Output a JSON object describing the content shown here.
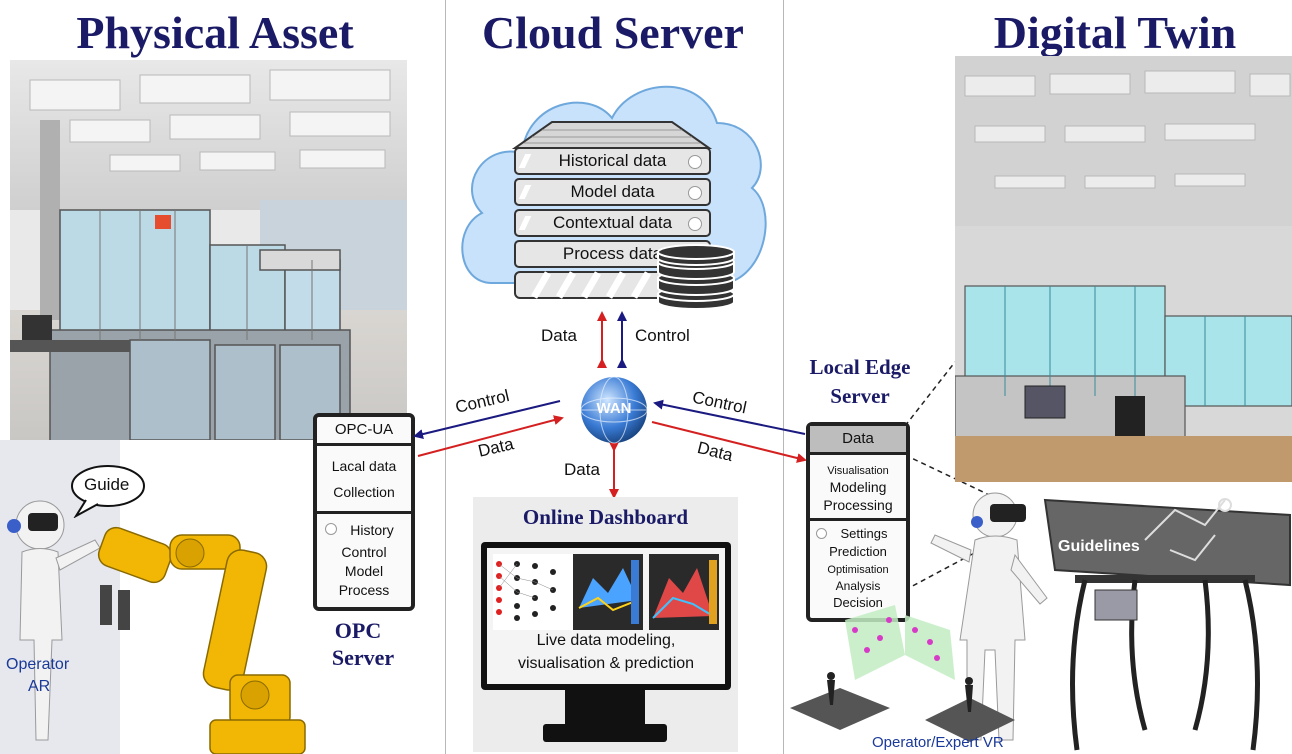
{
  "headings": {
    "physical": "Physical Asset",
    "cloud": "Cloud Server",
    "twin": "Digital Twin"
  },
  "cloud_racks": [
    "Historical data",
    "Model data",
    "Contextual data",
    "Process data"
  ],
  "links": {
    "data_up": "Data",
    "control_up": "Control",
    "control_left": "Control",
    "data_left": "Data",
    "control_right": "Control",
    "data_right": "Data",
    "data_down": "Data"
  },
  "wan": "WAN",
  "opc": {
    "rows": [
      "OPC-UA",
      "Lacal data",
      "Collection",
      "History",
      "Control",
      "Model",
      "Process"
    ],
    "title_line1": "OPC",
    "title_line2": "Server"
  },
  "operator_ar": {
    "bubble": "Guide",
    "line1": "Operator",
    "line2": "AR"
  },
  "dashboard": {
    "title": "Online Dashboard",
    "caption_line1": "Live data modeling,",
    "caption_line2": "visualisation & prediction"
  },
  "edge": {
    "title_line1": "Local Edge",
    "title_line2": "Server",
    "rows": [
      "Data",
      "Visualisation",
      "Modeling",
      "Processing",
      "Settings",
      "Prediction",
      "Optimisation",
      "Analysis",
      "Decision"
    ]
  },
  "guidelines": "Guidelines",
  "operator_vr": "Operator/Expert VR",
  "colors": {
    "heading": "#1a1a66",
    "data_arrow": "#d42020",
    "control_arrow": "#1a1a80",
    "cloud_fill": "#c9e2fb",
    "cloud_stroke": "#6fa8dc",
    "operator_text": "#1a3a99"
  }
}
